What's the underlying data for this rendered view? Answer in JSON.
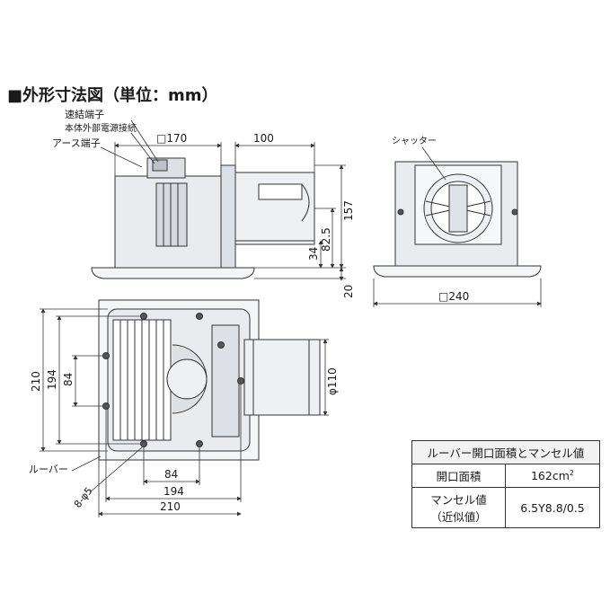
{
  "title": "■外形寸法図（単位：mm）",
  "labels": {
    "connector": "速結端子",
    "power": "本体外部電源接続",
    "earth": "アース端子",
    "shutter": "シャッター",
    "louver": "ルーバー",
    "holes": "8-φ5"
  },
  "dims": {
    "sq170": "□170",
    "d100": "100",
    "d157": "157",
    "d825": "82.5",
    "d34": "34",
    "d20": "20",
    "sq240": "□240",
    "d210v": "210",
    "d194v": "194",
    "d84v": "84",
    "phi110": "φ110",
    "d84h": "84",
    "d194h": "194",
    "d210h": "210"
  },
  "table": {
    "heading": "ルーバー開口面積とマンセル値",
    "row1_key": "開口面積",
    "row1_value": "162cm",
    "row1_sup": "2",
    "row2_key_line1": "マンセル値",
    "row2_key_line2": "（近似値）",
    "row2_value": "6.5Y8.8/0.5"
  },
  "colors": {
    "line": "#333333",
    "body_fill": "#e9ebee",
    "panel_fill": "#f4f5f7",
    "dark": "#555555"
  }
}
